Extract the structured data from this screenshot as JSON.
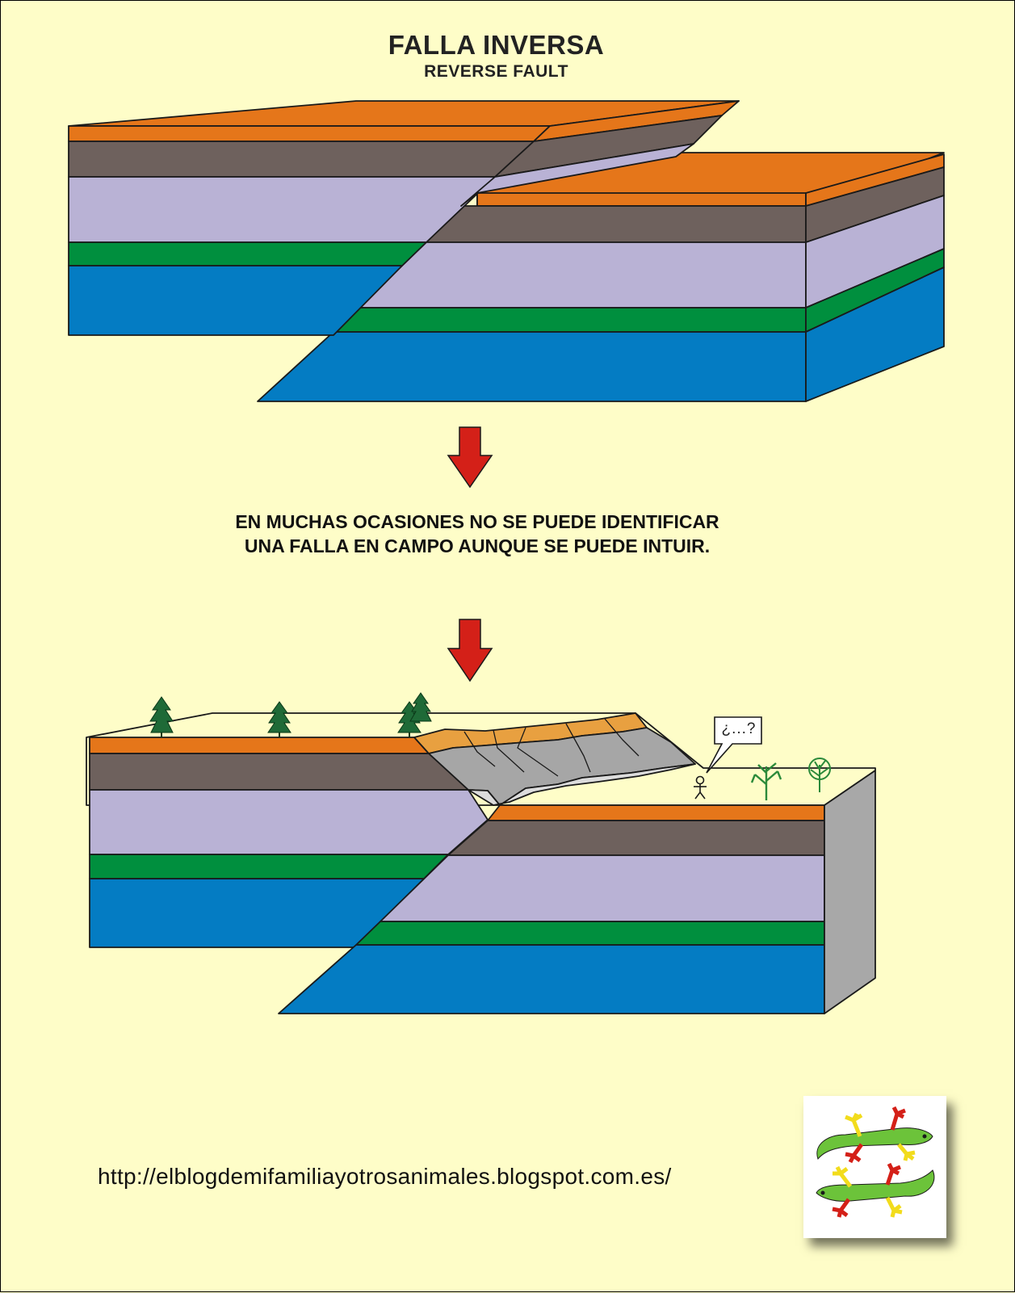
{
  "title": "FALLA INVERSA",
  "subtitle": "REVERSE FAULT",
  "caption": {
    "line1": "EN MUCHAS OCASIONES NO SE PUEDE IDENTIFICAR",
    "line2": "UNA FALLA EN CAMPO AUNQUE SE PUEDE INTUIR."
  },
  "speech_bubble": "¿...?",
  "url": "http://elblogdemifamiliayotrosanimales.blogspot.com.es/",
  "colors": {
    "background": "#fefdc8",
    "orange_layer": "#e5761a",
    "brown_layer": "#6e615d",
    "lavender_layer": "#b9b2d5",
    "green_layer": "#008f3e",
    "blue_layer": "#047cc3",
    "arrow": "#d42018",
    "side_face": "#a8a8a8"
  },
  "icons": [
    "down-arrow-icon",
    "pine-tree-icon",
    "deciduous-tree-icon",
    "stick-figure-icon",
    "gecko-logo-icon"
  ]
}
